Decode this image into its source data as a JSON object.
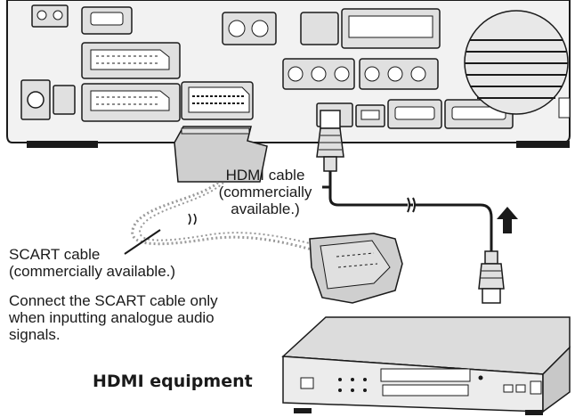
{
  "labels": {
    "hdmi_cable": [
      "HDMI cable",
      "(commercially",
      "available.)"
    ],
    "scart_cable": [
      "SCART cable",
      "(commercially available.)"
    ],
    "scart_note": [
      "Connect the SCART cable only",
      "when inputting analogue audio",
      "signals."
    ],
    "equipment": "HDMI equipment"
  },
  "colors": {
    "line": "#1a1a1a",
    "panel": "#e8e8e8",
    "cable_fill": "#cfcfcf",
    "dashed_cable": "#9a9a9a"
  }
}
